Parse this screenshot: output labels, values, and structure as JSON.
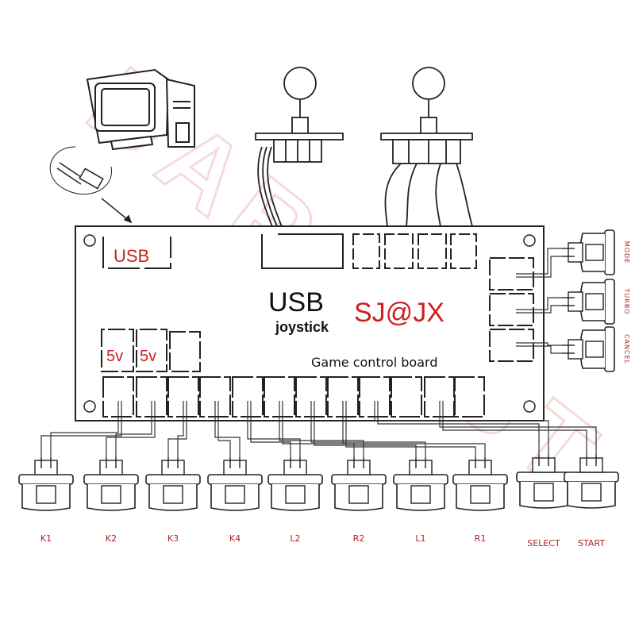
{
  "watermark": "DARWEST",
  "board": {
    "usb_port_label": "USB",
    "title": "USB",
    "subtitle": "joystick",
    "brand": "SJ@JX",
    "caption": "Game control board",
    "power_labels": [
      "5v",
      "5v"
    ]
  },
  "bottom_buttons": [
    "K1",
    "K2",
    "K3",
    "K4",
    "L2",
    "R2",
    "L1",
    "R1"
  ],
  "bottom_special_buttons": [
    "SELECT",
    "START"
  ],
  "right_buttons": [
    "MODE",
    "TURBO",
    "CANCEL"
  ],
  "colors": {
    "accent": "#cc1f1f",
    "line": "#111111",
    "watermark": "#f2c8c8"
  }
}
